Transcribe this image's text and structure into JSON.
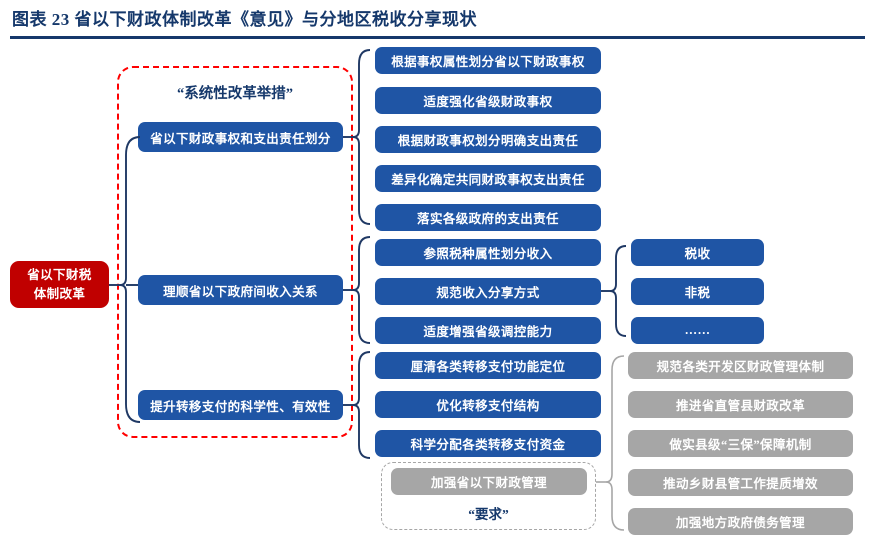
{
  "title": "图表 23   省以下财政体制改革《意见》与分地区税收分享现状",
  "root": {
    "line1": "省以下财税",
    "line2": "体制改革"
  },
  "captions": {
    "systemic_reform": "“系统性改革举措”",
    "requirements": "“要求”"
  },
  "pillars": [
    {
      "label": "省以下财政事权和支出责任划分"
    },
    {
      "label": "理顺省以下政府间收入关系"
    },
    {
      "label": "提升转移支付的科学性、有效性"
    }
  ],
  "measures_group1": [
    {
      "label": "根据事权属性划分省以下财政事权"
    },
    {
      "label": "适度强化省级财政事权"
    },
    {
      "label": "根据财政事权划分明确支出责任"
    },
    {
      "label": "差异化确定共同财政事权支出责任"
    },
    {
      "label": "落实各级政府的支出责任"
    }
  ],
  "measures_group2": [
    {
      "label": "参照税种属性划分收入"
    },
    {
      "label": "规范收入分享方式"
    },
    {
      "label": "适度增强省级调控能力"
    }
  ],
  "measures_group3": [
    {
      "label": "厘清各类转移支付功能定位"
    },
    {
      "label": "优化转移支付结构"
    },
    {
      "label": "科学分配各类转移支付资金"
    }
  ],
  "requirement_box": {
    "label": "加强省以下财政管理"
  },
  "revenue_types": [
    {
      "label": "税收"
    },
    {
      "label": "非税"
    },
    {
      "label": "……"
    }
  ],
  "management_items": [
    {
      "label": "规范各类开发区财政管理体制"
    },
    {
      "label": "推进省直管县财政改革"
    },
    {
      "label": "做实县级“三保”保障机制"
    },
    {
      "label": "推动乡财县管工作提质增效"
    },
    {
      "label": "加强地方政府债务管理"
    }
  ],
  "colors": {
    "blue": "#1F55A5",
    "gray": "#A6A6A6",
    "red": "#C00000",
    "dashed_red": "#FF0000",
    "navy": "#1F3864",
    "title": "#15386b"
  }
}
